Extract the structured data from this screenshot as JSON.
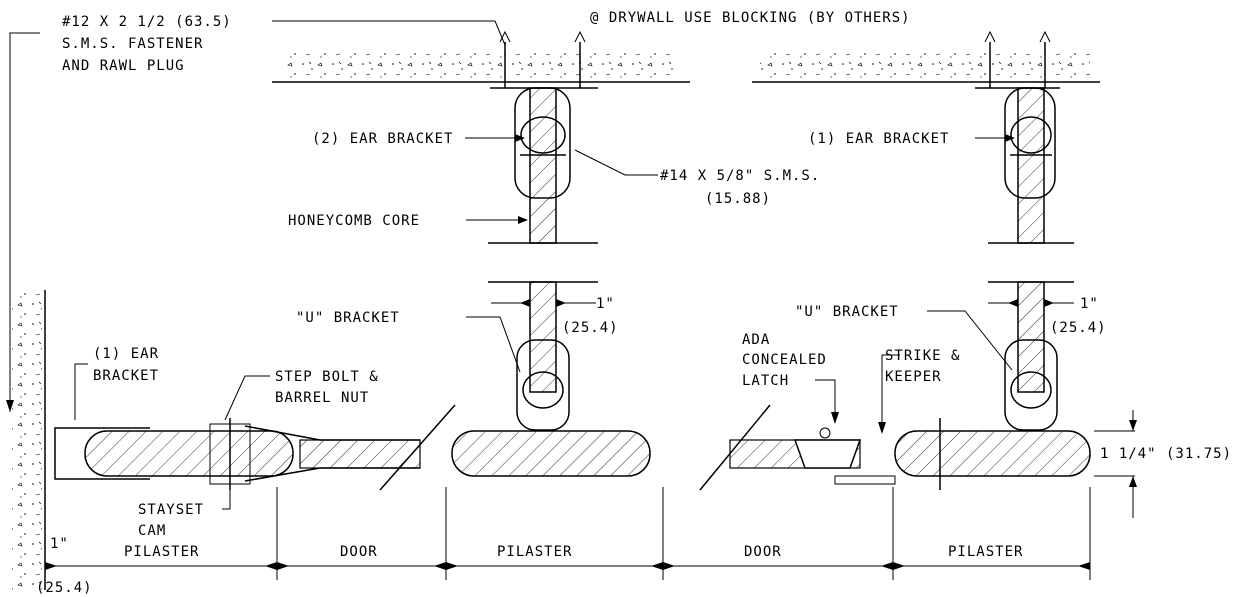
{
  "labels": {
    "fastener_a": "#12 X 2 1/2 (63.5)",
    "fastener_b": "S.M.S. FASTENER",
    "fastener_c": "AND RAWL PLUG",
    "drywall": "@ DRYWALL USE BLOCKING (BY OTHERS)",
    "ear2": "(2) EAR BRACKET",
    "ear1_top": "(1) EAR BRACKET",
    "sms_a": "#14 X 5/8\" S.M.S.",
    "sms_b": "(15.88)",
    "honeycomb": "HONEYCOMB CORE",
    "ubracket_left": "\"U\" BRACKET",
    "ubracket_right": "\"U\" BRACKET",
    "dim_1in_left": "1\"",
    "dim_254_left": "(25.4)",
    "dim_1in_right": "1\"",
    "dim_254_right": "(25.4)",
    "ear1_wall_a": "(1) EAR",
    "ear1_wall_b": "BRACKET",
    "stepbolt_a": "STEP BOLT &",
    "stepbolt_b": "BARREL NUT",
    "ada_a": "ADA",
    "ada_b": "CONCEALED",
    "ada_c": "LATCH",
    "strike_a": "STRIKE &",
    "strike_b": "KEEPER",
    "thickness": "1 1/4\" (31.75)",
    "stayset_a": "STAYSET",
    "stayset_b": "CAM",
    "wall_dim_a": "1\"",
    "wall_dim_b": "(25.4)"
  },
  "bottom_dims": [
    "PILASTER",
    "DOOR",
    "PILASTER",
    "DOOR",
    "PILASTER"
  ]
}
